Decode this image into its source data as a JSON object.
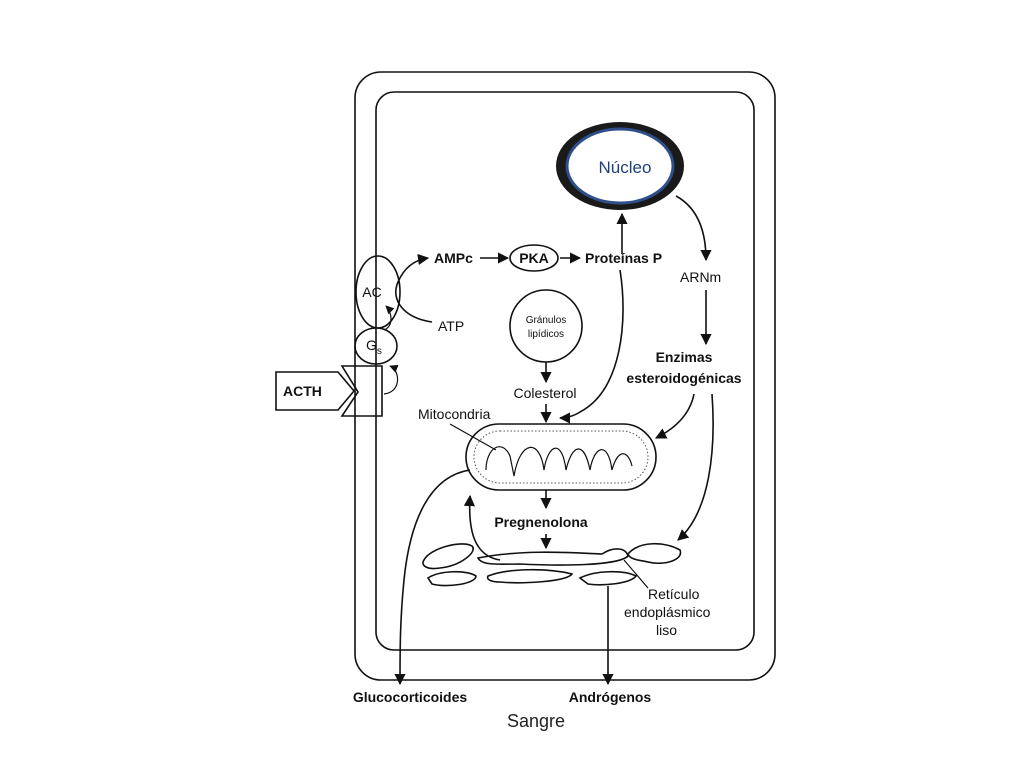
{
  "labels": {
    "nucleus": "Núcleo",
    "ampc": "AMPc",
    "pka": "PKA",
    "proteins_p": "Proteínas P",
    "arnm": "ARNm",
    "ac": "AC",
    "atp": "ATP",
    "gs_main": "G",
    "gs_sub": "s",
    "acth": "ACTH",
    "lipid_granules_line1": "Gránulos",
    "lipid_granules_line2": "lipídicos",
    "cholesterol": "Colesterol",
    "enzymes_line1": "Enzimas",
    "enzymes_line2": "esteroidogénicas",
    "mitochondria": "Mitocondria",
    "pregnenolone": "Pregnenolona",
    "ser_line1": "Retículo",
    "ser_line2": "endoplásmico",
    "ser_line3": "liso",
    "glucocorticoids": "Glucocorticoides",
    "androgens": "Andrógenos",
    "blood": "Sangre"
  },
  "colors": {
    "nucleus_ring": "#2f4f8a",
    "nucleus_text": "#1f3f7a",
    "ink": "#111111"
  }
}
